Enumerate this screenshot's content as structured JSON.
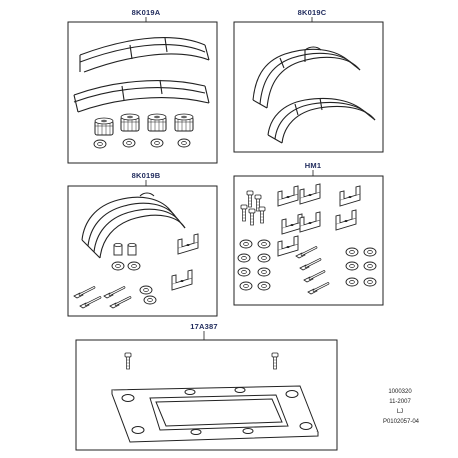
{
  "panels": [
    {
      "id": "a",
      "label": "8K019A"
    },
    {
      "id": "c",
      "label": "8K019C"
    },
    {
      "id": "b",
      "label": "8K019B"
    },
    {
      "id": "hm",
      "label": "HM1"
    },
    {
      "id": "plate",
      "label": "17A387"
    }
  ],
  "reference": {
    "code": "1000320",
    "date": "11-2007",
    "mark": "LJ",
    "part_ref": "P0102057-04"
  }
}
